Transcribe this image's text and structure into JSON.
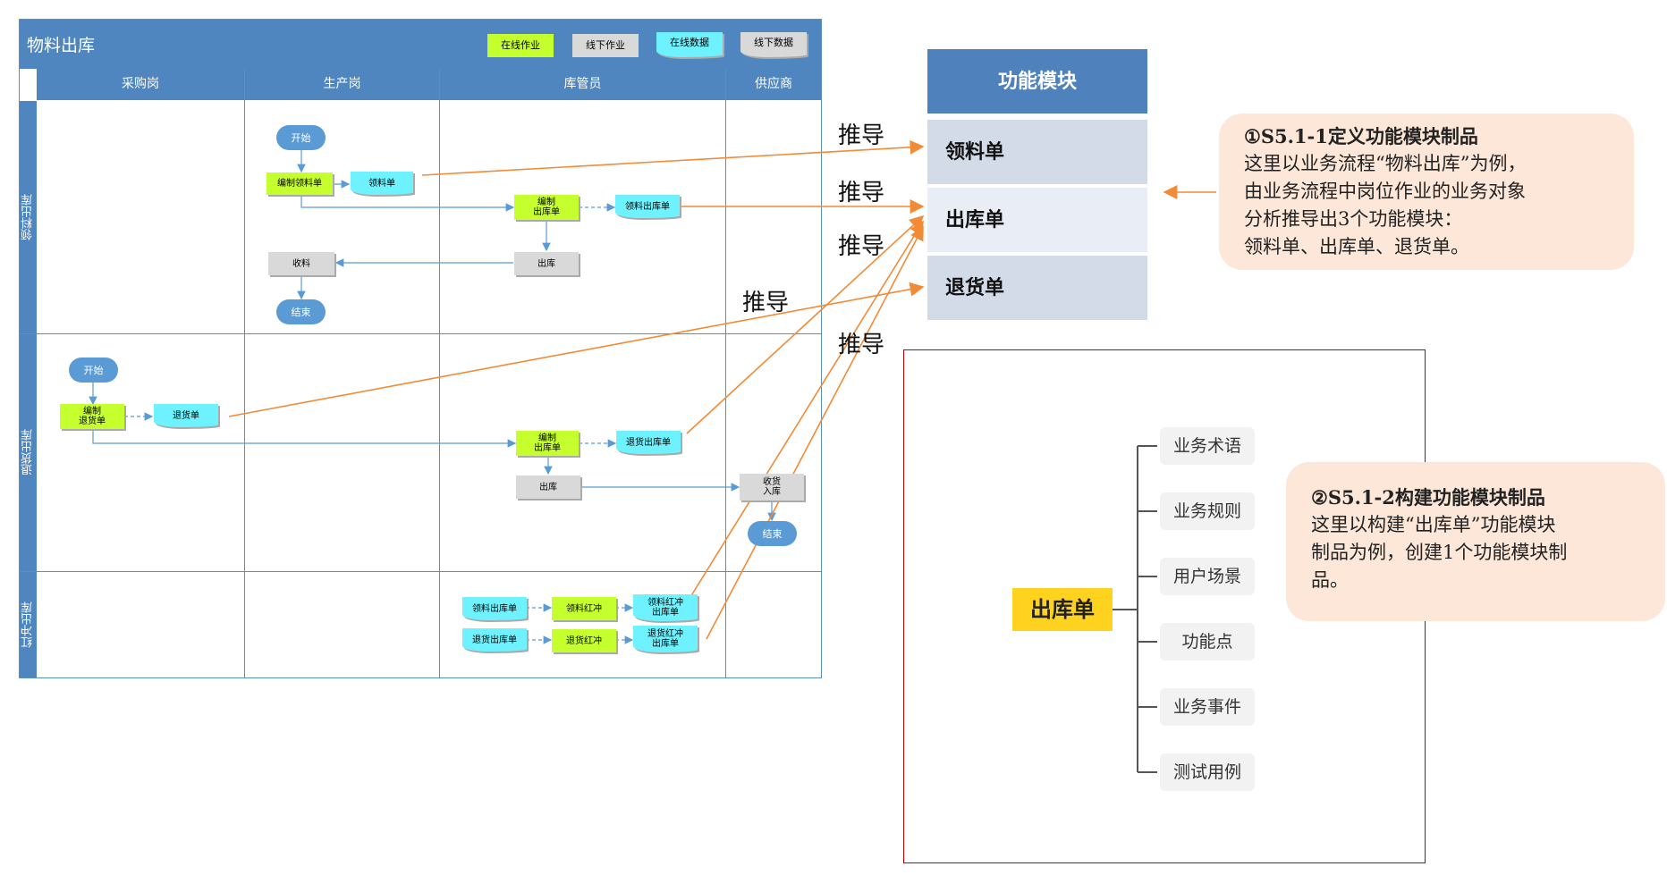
{
  "swimlane": {
    "title": "物料出库",
    "legend": {
      "online_task": "在线作业",
      "offline_task": "线下作业",
      "online_data": "在线数据",
      "offline_data": "线下数据"
    },
    "columns": [
      "采购岗",
      "生产岗",
      "库管员",
      "供应商"
    ],
    "rows": [
      "领料出库",
      "退货出库",
      "红冲出库"
    ],
    "nodes": {
      "r1_start": "开始",
      "r1_compile": "编制领料单",
      "r1_doc": "领料单",
      "r1_out_task": "编制\n出库单",
      "r1_out_doc": "领料出库单",
      "r1_ship": "出库",
      "r1_receive": "收料",
      "r1_end": "结束",
      "r2_start": "开始",
      "r2_compile": "编制\n退货单",
      "r2_doc": "退货单",
      "r2_out_task": "编制\n出库单",
      "r2_out_doc": "退货出库单",
      "r2_ship": "出库",
      "r2_receive": "收货\n入库",
      "r2_end": "结束",
      "r3_doc1": "领料出库单",
      "r3_task1": "领料红冲",
      "r3_out1": "领料红冲\n出库单",
      "r3_doc2": "退货出库单",
      "r3_task2": "退货红冲",
      "r3_out2": "退货红冲\n出库单"
    }
  },
  "derive_label": "推导",
  "module": {
    "header": "功能模块",
    "items": [
      "领料单",
      "出库单",
      "退货单"
    ]
  },
  "callout1": {
    "title": "①S5.1-1定义功能模块制品",
    "lines": [
      "这里以业务流程“物料出库”为例，",
      "由业务流程中岗位作业的业务对象",
      "分析推导出3个功能模块：",
      "领料单、出库单、退货单。"
    ]
  },
  "callout2": {
    "title": "②S5.1-2构建功能模块制品",
    "lines": [
      "这里以构建“出库单”功能模块",
      "制品为例，创建1个功能模块制",
      "品。"
    ]
  },
  "mindmap": {
    "root": "出库单",
    "leaves": [
      "业务术语",
      "业务规则",
      "用户场景",
      "功能点",
      "业务事件",
      "测试用例"
    ]
  },
  "colors": {
    "lane_blue": "#4f86bf",
    "arrow_orange": "#f28a36",
    "online_green": "#c6ff2e",
    "online_doc": "#6ff2ff",
    "offline_gray": "#d9d9d9",
    "callout_bg": "#fce7d8",
    "mind_root": "#ffd21f",
    "frame_red": "#c00000"
  }
}
